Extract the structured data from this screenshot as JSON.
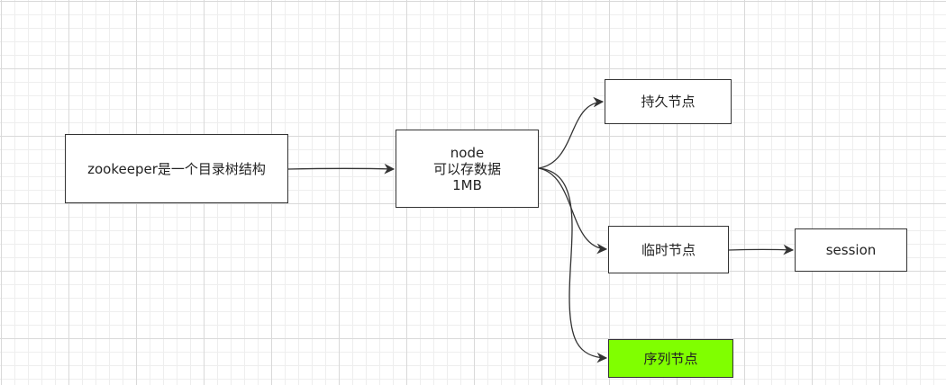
{
  "nodes": {
    "root": {
      "label": "zookeeper是一个目录树结构"
    },
    "node": {
      "line1": "node",
      "line2": "可以存数据",
      "line3": "1MB"
    },
    "persistent": {
      "label": "持久节点"
    },
    "ephemeral": {
      "label": "临时节点"
    },
    "session": {
      "label": "session"
    },
    "sequential": {
      "label": "序列节点",
      "fill": "#80ff00"
    }
  },
  "colors": {
    "stroke": "#333333",
    "grid": "#d9d9d9"
  }
}
